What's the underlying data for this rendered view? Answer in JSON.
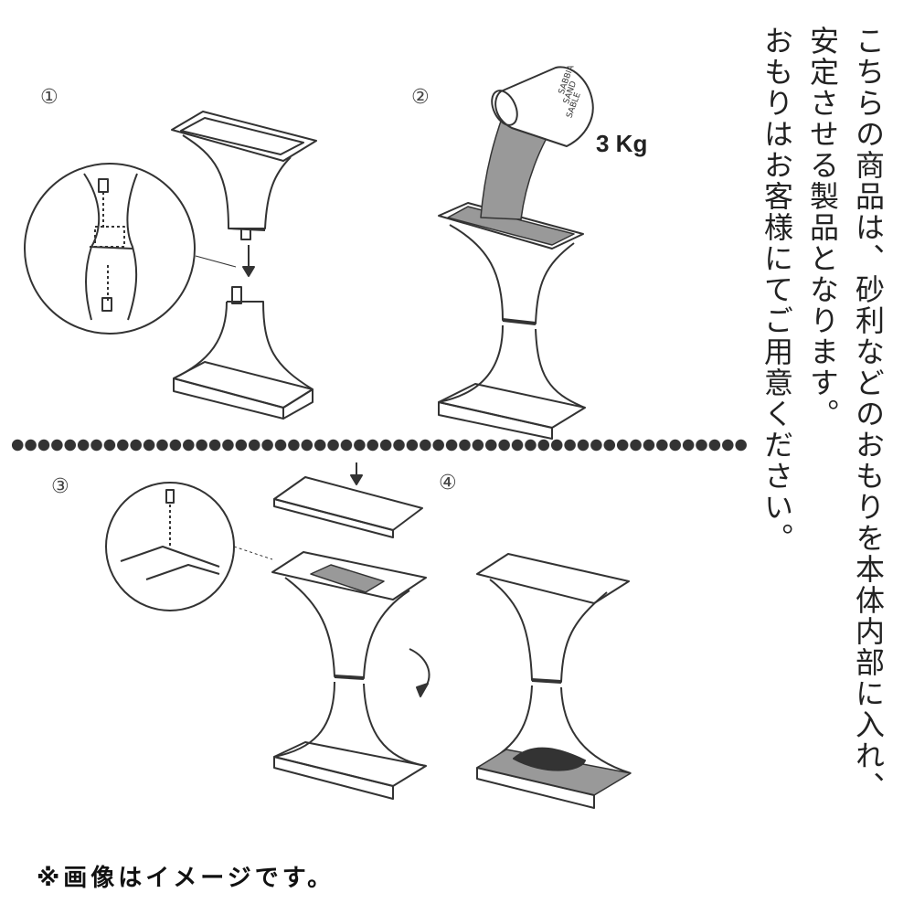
{
  "steps": [
    "①",
    "②",
    "③",
    "④"
  ],
  "weight_label": "3 Kg",
  "bucket_text": [
    "SABBIA",
    "SAND",
    "SABLE"
  ],
  "instructions": [
    "こちらの商品は、砂利などのおもりを本体内部に入れ、",
    "安定させる製品となります。",
    "おもりはお客様にてご用意ください。"
  ],
  "note": "※画像はイメージです。"
}
